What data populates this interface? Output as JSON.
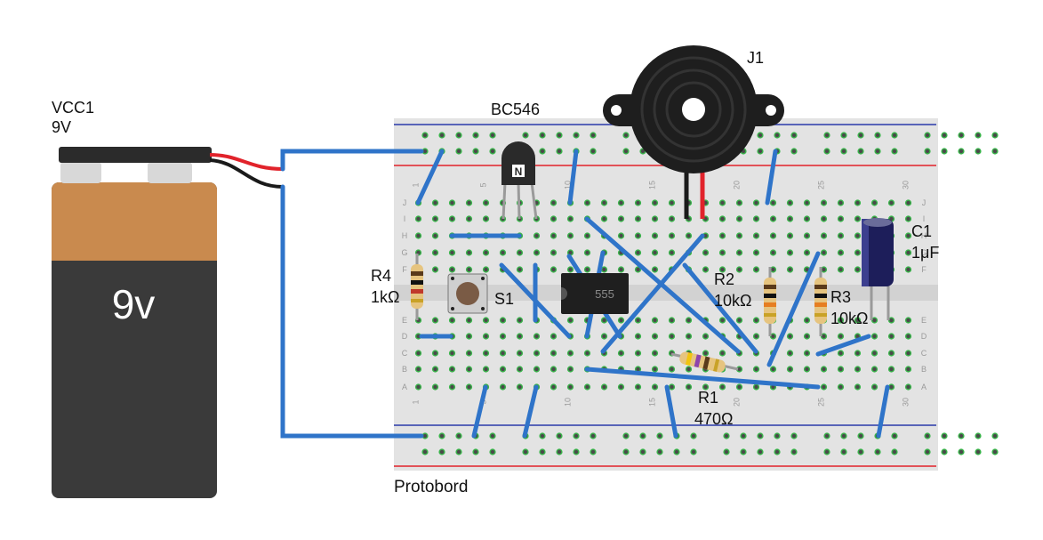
{
  "battery": {
    "ref": "VCC1",
    "voltage": "9V",
    "face_text": "9v",
    "colors": {
      "body": "#3a3a3a",
      "top": "#c98a4e",
      "cap": "#2b2b2b",
      "terminal": "#d8d8d8"
    }
  },
  "breadboard": {
    "label": "Protobord",
    "column_numbers": [
      "1",
      "5",
      "10",
      "15",
      "20",
      "25",
      "30"
    ],
    "row_letters_top": [
      "J",
      "I",
      "H",
      "G",
      "F"
    ],
    "row_letters_bottom": [
      "E",
      "D",
      "C",
      "B",
      "A"
    ],
    "colors": {
      "board": "#e3e3e3",
      "hole": "#4a4a4a",
      "connected": "#39b54a",
      "rail_red": "#e1232b",
      "rail_blue": "#2b3aa9"
    }
  },
  "components": {
    "transistor": {
      "label": "BC546"
    },
    "buzzer": {
      "label": "J1"
    },
    "r1": {
      "ref": "R1",
      "value": "470Ω"
    },
    "r2": {
      "ref": "R2",
      "value": "10kΩ"
    },
    "r3": {
      "ref": "R3",
      "value": "10kΩ"
    },
    "r4": {
      "ref": "R4",
      "value": "1kΩ"
    },
    "switch": {
      "ref": "S1"
    },
    "capacitor": {
      "ref": "C1",
      "value": "1μF"
    },
    "ic": {
      "marking": "555"
    }
  },
  "wire_color": "#2f74c9"
}
